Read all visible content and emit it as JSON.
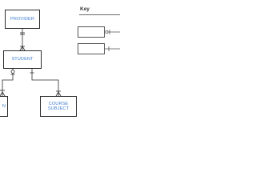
{
  "diagram": {
    "entities": {
      "provider": "PROVIDER",
      "student": "STUDENT",
      "course_subject": "COURSE\nSUBJECT",
      "partial_left": "N"
    },
    "key": {
      "title": "Key"
    }
  },
  "colors": {
    "entity_text": "#3f7fd1",
    "line": "#2b2b2b"
  }
}
